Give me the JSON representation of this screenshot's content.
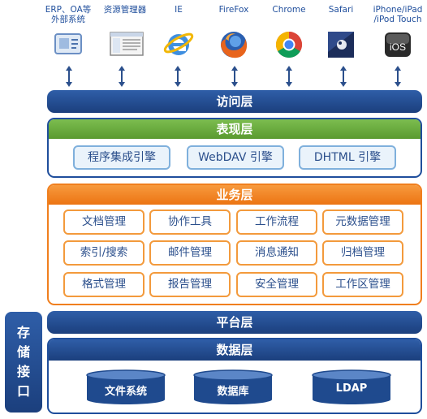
{
  "clients": [
    {
      "label": "ERP、OA等\n外部系统",
      "icon": "external-system-icon"
    },
    {
      "label": "资源管理器",
      "icon": "file-explorer-icon"
    },
    {
      "label": "IE",
      "icon": "ie-icon"
    },
    {
      "label": "FireFox",
      "icon": "firefox-icon"
    },
    {
      "label": "Chrome",
      "icon": "chrome-icon"
    },
    {
      "label": "Safari",
      "icon": "safari-icon"
    },
    {
      "label": "iPhone/iPad\n/iPod Touch",
      "icon": "ios-icon",
      "icon_text": "iOS"
    }
  ],
  "access_layer": {
    "title": "访问层"
  },
  "presentation_layer": {
    "title": "表现层",
    "engines": [
      "程序集成引擎",
      "WebDAV 引擎",
      "DHTML 引擎"
    ]
  },
  "business_layer": {
    "title": "业务层",
    "modules": [
      [
        "文档管理",
        "协作工具",
        "工作流程",
        "元数据管理"
      ],
      [
        "索引/搜索",
        "邮件管理",
        "消息通知",
        "归档管理"
      ],
      [
        "格式管理",
        "报告管理",
        "安全管理",
        "工作区管理"
      ]
    ]
  },
  "platform_layer": {
    "title": "平台层"
  },
  "data_layer": {
    "title": "数据层",
    "stores": [
      "文件系统",
      "数据库",
      "LDAP"
    ]
  },
  "storage_interface": {
    "chars": [
      "存",
      "储",
      "接",
      "口"
    ]
  },
  "colors": {
    "navy": "#1b3f7d",
    "green": "#66a83a",
    "orange": "#f07f1e",
    "light_blue_border": "#7fb0dc",
    "text_blue": "#2b4f8c"
  }
}
